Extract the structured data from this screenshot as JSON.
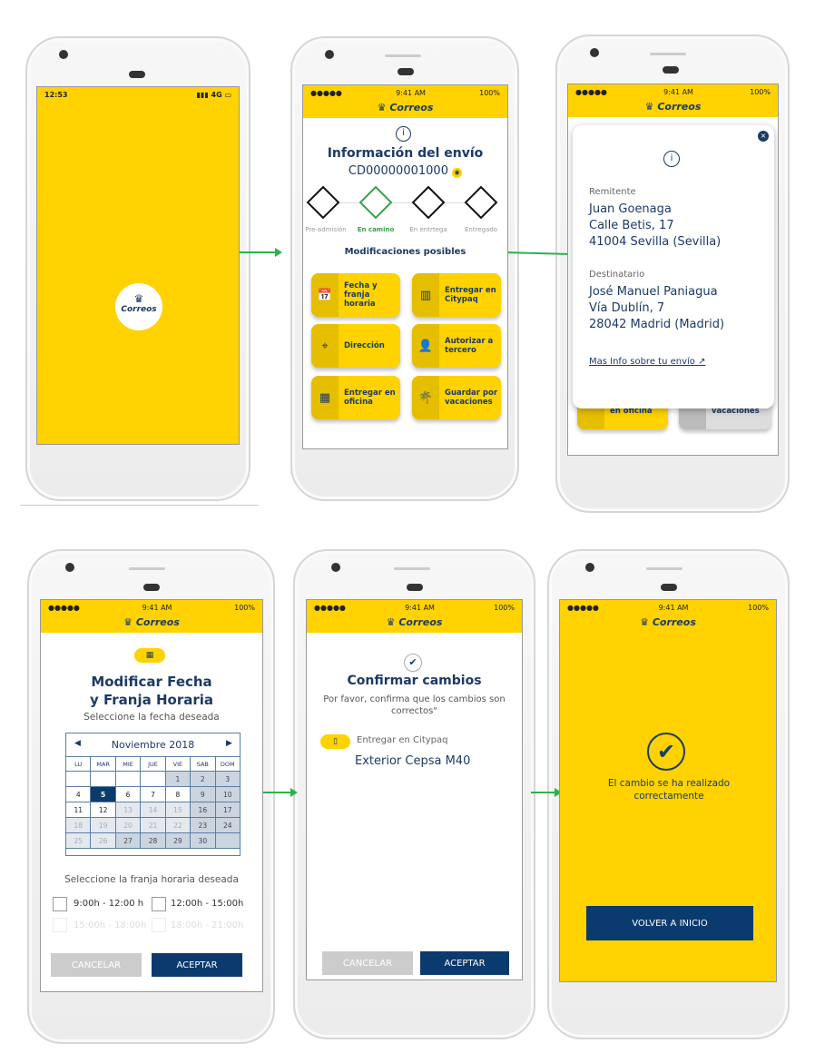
{
  "colors": {
    "yellow": "#FFD200",
    "navy": "#0b3a6e",
    "active_green": "#3aa04a",
    "arrow_green": "#2bb24c"
  },
  "splash": {
    "time": "12:53",
    "signal": "4G",
    "logo": "Correos"
  },
  "status": {
    "carrier": "●●●●● ",
    "time": "9:41 AM",
    "battery": "100%"
  },
  "brand": "Correos",
  "info": {
    "title": "Información del envío",
    "tracking": "CD00000001000",
    "steps": [
      {
        "label": "Pre-admisión",
        "icon": "monitor-icon",
        "active": false
      },
      {
        "label": "En camino",
        "icon": "truck-icon",
        "active": true
      },
      {
        "label": "En entrtega",
        "icon": "hand-truck-icon",
        "active": false
      },
      {
        "label": "Entregado",
        "icon": "box-icon",
        "active": false
      }
    ],
    "mods_title": "Modificaciones posibles",
    "mods": [
      {
        "label": "Fecha y franja horaria",
        "icon": "calendar-icon",
        "glyph": "📅"
      },
      {
        "label": "Entregar en Citypaq",
        "icon": "locker-icon",
        "glyph": "▥"
      },
      {
        "label": "Dirección",
        "icon": "map-pin-icon",
        "glyph": "⌖"
      },
      {
        "label": "Autorizar a tercero",
        "icon": "person-icon",
        "glyph": "👤"
      },
      {
        "label": "Entregar en oficina",
        "icon": "building-icon",
        "glyph": "▦"
      },
      {
        "label": "Guardar por vacaciones",
        "icon": "palm-tree-icon",
        "glyph": "🌴"
      }
    ]
  },
  "popup": {
    "sender_label": "Remitente",
    "sender": [
      "Juan Goenaga",
      "Calle Betis, 17",
      "41004 Sevilla (Sevilla)"
    ],
    "recipient_label": "Destinatario",
    "recipient": [
      "José Manuel Paniagua",
      "Vía Dublín, 7",
      "28042 Madrid (Madrid)"
    ],
    "link": "Mas Info sobre tu envío",
    "behind_left": "en oficina",
    "behind_right": "vacaciones"
  },
  "date": {
    "title1": "Modificar Fecha",
    "title2": "y Franja Horaria",
    "subtitle": "Seleccione la fecha deseada",
    "month": "Noviembre 2018",
    "weekdays": [
      "LU",
      "MAR",
      "MIE",
      "JUE",
      "VIE",
      "SAB",
      "DOM"
    ],
    "weeks": [
      [
        {
          "d": "",
          "s": "blank"
        },
        {
          "d": "",
          "s": "blank"
        },
        {
          "d": "",
          "s": "blank"
        },
        {
          "d": "",
          "s": "blank"
        },
        {
          "d": "1",
          "s": "weekend"
        },
        {
          "d": "2",
          "s": "weekend"
        },
        {
          "d": "3",
          "s": "weekend"
        }
      ],
      [
        {
          "d": "4",
          "s": "available"
        },
        {
          "d": "5",
          "s": "selected"
        },
        {
          "d": "6",
          "s": "available"
        },
        {
          "d": "7",
          "s": "available"
        },
        {
          "d": "8",
          "s": "available"
        },
        {
          "d": "9",
          "s": "weekend"
        },
        {
          "d": "10",
          "s": "weekend"
        }
      ],
      [
        {
          "d": "11",
          "s": "available"
        },
        {
          "d": "12",
          "s": "available"
        },
        {
          "d": "13",
          "s": "unavailable"
        },
        {
          "d": "14",
          "s": "unavailable"
        },
        {
          "d": "15",
          "s": "unavailable"
        },
        {
          "d": "16",
          "s": "weekend"
        },
        {
          "d": "17",
          "s": "weekend"
        }
      ],
      [
        {
          "d": "18",
          "s": "unavailable"
        },
        {
          "d": "19",
          "s": "unavailable"
        },
        {
          "d": "20",
          "s": "unavailable"
        },
        {
          "d": "21",
          "s": "unavailable"
        },
        {
          "d": "22",
          "s": "unavailable"
        },
        {
          "d": "23",
          "s": "weekend"
        },
        {
          "d": "24",
          "s": "weekend"
        }
      ],
      [
        {
          "d": "25",
          "s": "unavailable"
        },
        {
          "d": "26",
          "s": "unavailable"
        },
        {
          "d": "27",
          "s": "weekend"
        },
        {
          "d": "28",
          "s": "weekend"
        },
        {
          "d": "29",
          "s": "weekend"
        },
        {
          "d": "30",
          "s": "weekend"
        },
        {
          "d": "",
          "s": "blankw"
        }
      ]
    ],
    "slot_title": "Seleccione la franja horaria deseada",
    "slots": [
      {
        "label": "9:00h - 12:00 h",
        "enabled": true
      },
      {
        "label": "12:00h - 15:00h",
        "enabled": true
      },
      {
        "label": "15:00h - 18:00h",
        "enabled": false
      },
      {
        "label": "18:00h - 21:00h",
        "enabled": false
      }
    ],
    "cancel": "CANCELAR",
    "accept": "ACEPTAR"
  },
  "confirm": {
    "title": "Confirmar cambios",
    "text": "Por favor, confirma que los cambios son correctos\"",
    "item_label": "Entregar en Citypaq",
    "item_value": "Exterior Cepsa M40",
    "cancel": "CANCELAR",
    "accept": "ACEPTAR"
  },
  "done": {
    "text": "El cambio se ha realizado correctamente",
    "button": "VOLVER A INICIO"
  }
}
